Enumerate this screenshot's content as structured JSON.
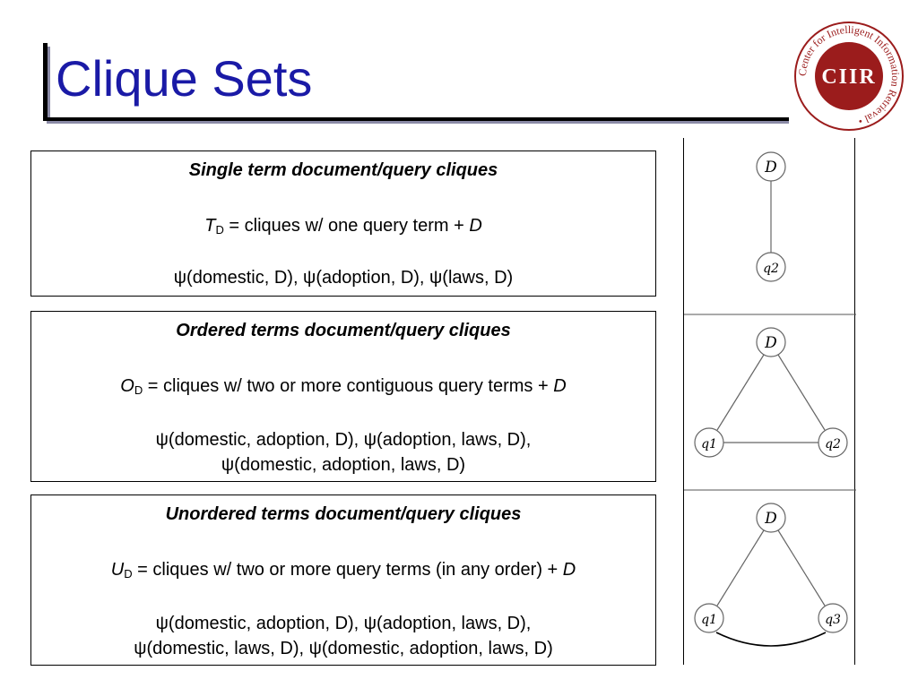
{
  "slide": {
    "title": "Clique Sets"
  },
  "logo": {
    "main_text": "CIIR",
    "ring_text": "Center for Intelligent Information Retrieval •",
    "colors": {
      "ring": "#9b1c1c",
      "text": "#ffffff"
    }
  },
  "boxes": [
    {
      "heading": "Single term document/query cliques",
      "def_symbol": "T",
      "def_sub": "D",
      "def_text": " = cliques w/ one query term + ",
      "def_tail": "D",
      "examples": [
        "ψ(domestic, D), ψ(adoption, D), ψ(laws, D)"
      ]
    },
    {
      "heading": "Ordered terms document/query cliques",
      "def_symbol": "O",
      "def_sub": "D",
      "def_text": " = cliques w/ two or more contiguous query terms + ",
      "def_tail": "D",
      "examples": [
        "ψ(domestic, adoption, D), ψ(adoption, laws, D),",
        "ψ(domestic, adoption, laws, D)"
      ]
    },
    {
      "heading": "Unordered terms document/query cliques",
      "def_symbol": "U",
      "def_sub": "D",
      "def_text": " = cliques w/ two or more query terms (in any order) + ",
      "def_tail": "D",
      "examples": [
        "ψ(domestic, adoption, D), ψ(adoption, laws, D),",
        "ψ(domestic, laws, D), ψ(domestic, adoption, laws, D)"
      ]
    }
  ],
  "graphs": [
    {
      "nodes": {
        "top": "D",
        "bottom": "q2"
      }
    },
    {
      "nodes": {
        "top": "D",
        "left": "q1",
        "right": "q2"
      }
    },
    {
      "nodes": {
        "top": "D",
        "left": "q1",
        "right": "q3"
      }
    }
  ]
}
